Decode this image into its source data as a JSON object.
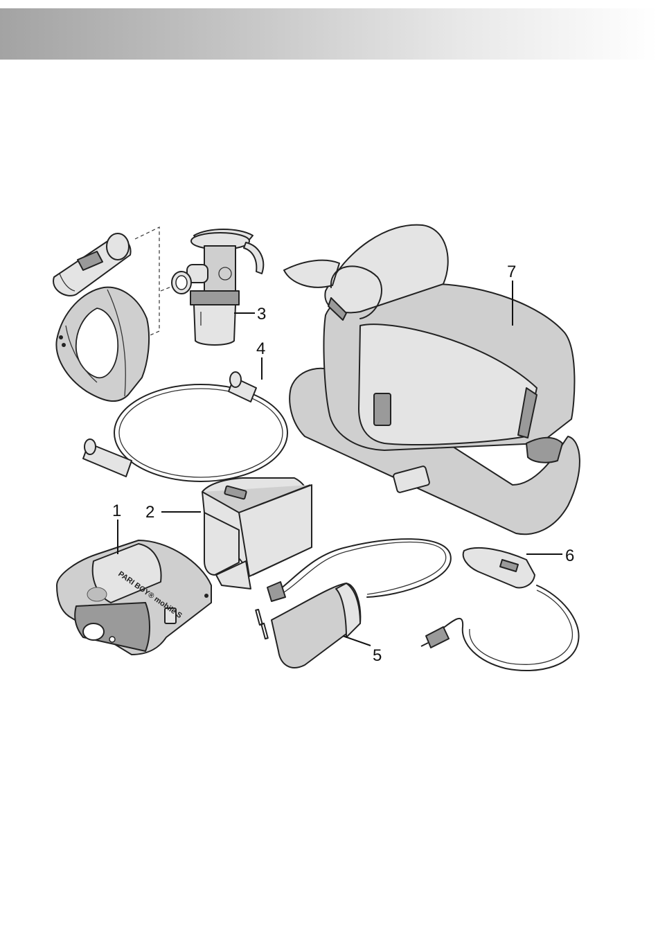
{
  "header": {
    "bar_color_start": "#a3a3a3",
    "bar_color_end": "#ffffff"
  },
  "figure": {
    "callouts": [
      {
        "number": "1",
        "part": "compressor"
      },
      {
        "number": "2",
        "part": "battery-pack"
      },
      {
        "number": "3",
        "part": "nebuliser"
      },
      {
        "number": "4",
        "part": "connection-tubing"
      },
      {
        "number": "5",
        "part": "power-adapter"
      },
      {
        "number": "6",
        "part": "car-adapter-cable"
      },
      {
        "number": "7",
        "part": "carry-bag"
      }
    ],
    "compressor_logo": "PARI BOY® mobile S"
  }
}
